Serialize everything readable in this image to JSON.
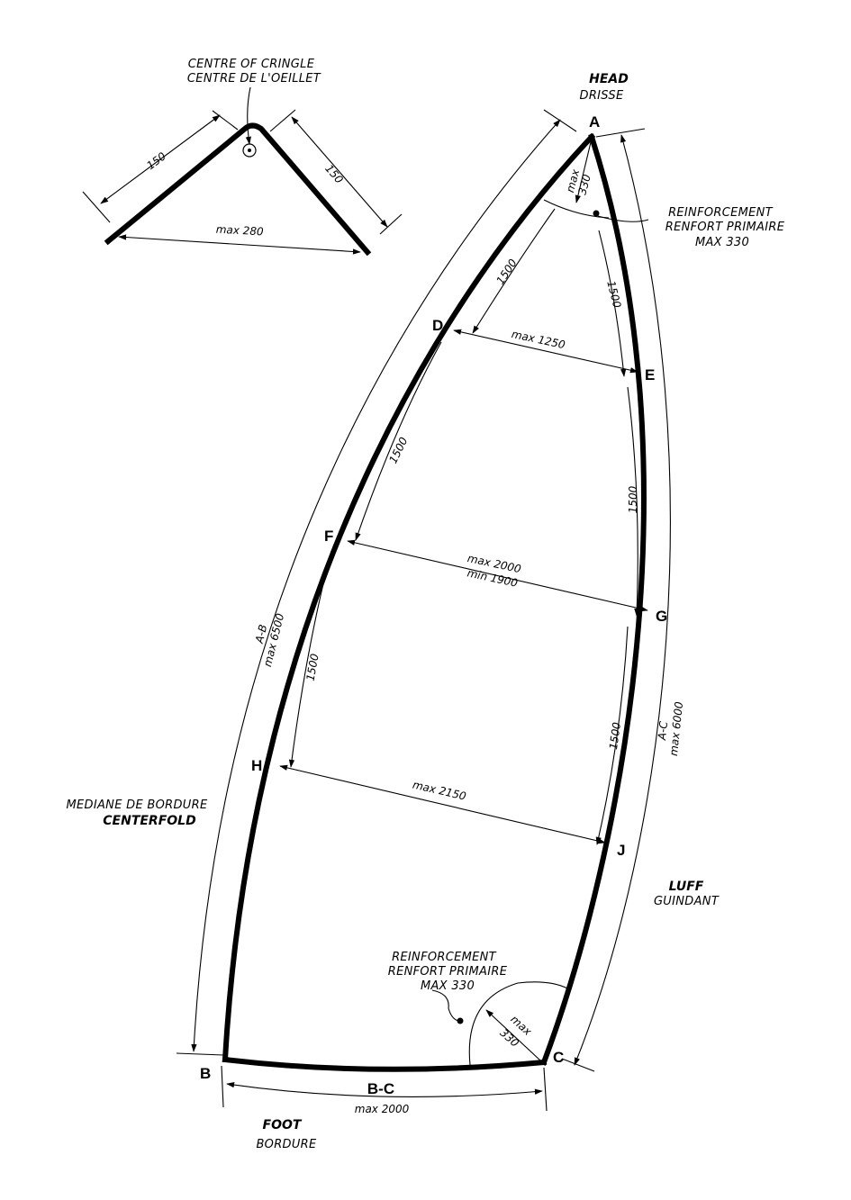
{
  "cringle": {
    "title_en": "CENTRE OF CRINGLE",
    "title_fr": "CENTRE DE L'OEILLET",
    "left_len": "150",
    "right_len": "150",
    "span": "max 280"
  },
  "head": {
    "en": "HEAD",
    "fr": "DRISSE"
  },
  "points": {
    "A": "A",
    "B": "B",
    "C": "C",
    "D": "D",
    "E": "E",
    "F": "F",
    "G": "G",
    "H": "H",
    "J": "J"
  },
  "reinforcement_top": {
    "l1": "REINFORCEMENT",
    "l2": "RENFORT PRIMAIRE",
    "l3": "MAX 330"
  },
  "reinforcement_bottom": {
    "l1": "REINFORCEMENT",
    "l2": "RENFORT PRIMAIRE",
    "l3": "MAX 330"
  },
  "head_radius": {
    "l1": "max",
    "l2": "330"
  },
  "clew_radius": {
    "l1": "max",
    "l2": "330"
  },
  "segments": {
    "ad": "1500",
    "df": "1500",
    "fh": "1500",
    "ae": "1500",
    "eg": "1500",
    "gj": "1500"
  },
  "widths": {
    "de": "max 1250",
    "fg_max": "max 2000",
    "fg_min": "min 1900",
    "hj": "max 2150"
  },
  "ab": {
    "name": "A-B",
    "len": "max 6500"
  },
  "ac": {
    "name": "A-C",
    "len": "max 6000"
  },
  "centerfold": {
    "fr": "MEDIANE DE BORDURE",
    "en": "CENTERFOLD"
  },
  "luff": {
    "en": "LUFF",
    "fr": "GUINDANT"
  },
  "foot": {
    "name": "B-C",
    "len": "max 2000",
    "en": "FOOT",
    "fr": "BORDURE"
  }
}
